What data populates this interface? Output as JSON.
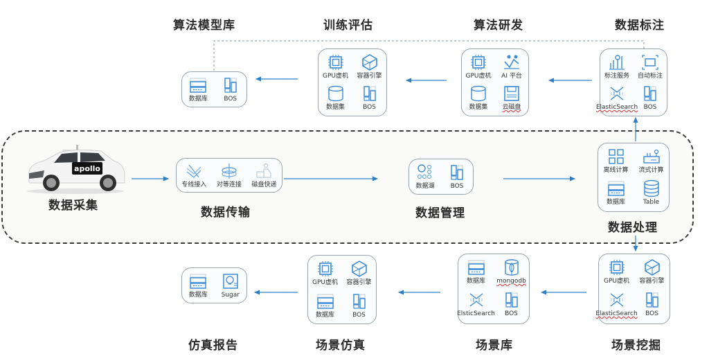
{
  "colors": {
    "accent": "#2f7fc7",
    "icon_blue": "#3b8bd6",
    "border": "#9aa3ad",
    "title": "#2a2a2a",
    "dashed": "#3a3a3a"
  },
  "top_row": {
    "model_repo": {
      "title": "算法模型库",
      "items": [
        {
          "icon": "database-icon",
          "label": "数据库"
        },
        {
          "icon": "bos-storage-icon",
          "label": "BOS"
        }
      ]
    },
    "training_eval": {
      "title": "训练评估",
      "items": [
        {
          "icon": "gpu-chip-icon",
          "label": "GPU虚机"
        },
        {
          "icon": "container-engine-icon",
          "label": "容器引擎"
        },
        {
          "icon": "dataset-cylinder-icon",
          "label": "数据集"
        },
        {
          "icon": "bos-storage-icon",
          "label": "BOS"
        }
      ]
    },
    "algo_dev": {
      "title": "算法研发",
      "items": [
        {
          "icon": "gpu-chip-icon",
          "label": "GPU虚机"
        },
        {
          "icon": "ai-platform-icon",
          "label": "AI 平台"
        },
        {
          "icon": "dataset-cylinder-icon",
          "label": "数据集"
        },
        {
          "icon": "cloud-disk-icon",
          "label": "云磁盘"
        }
      ]
    },
    "data_label": {
      "title": "数据标注",
      "items": [
        {
          "icon": "label-service-icon",
          "label": "标注服务"
        },
        {
          "icon": "auto-label-icon",
          "label": "自动标注"
        },
        {
          "icon": "elasticsearch-icon",
          "label": "ElasticSearch"
        },
        {
          "icon": "bos-storage-icon",
          "label": "BOS"
        }
      ]
    }
  },
  "middle_row": {
    "collection": {
      "title": "数据采集",
      "car_logo": "apollo"
    },
    "transfer": {
      "title": "数据传输",
      "items": [
        {
          "icon": "dedicated-line-icon",
          "label": "专线接入"
        },
        {
          "icon": "peer-connect-icon",
          "label": "对等连接"
        },
        {
          "icon": "disk-express-icon",
          "label": "磁盘快递"
        }
      ]
    },
    "management": {
      "title": "数据管理",
      "items": [
        {
          "icon": "data-lake-icon",
          "label": "数据湖"
        },
        {
          "icon": "bos-storage-icon",
          "label": "BOS"
        }
      ]
    },
    "processing": {
      "title": "数据处理",
      "items": [
        {
          "icon": "offline-compute-icon",
          "label": "离线计算"
        },
        {
          "icon": "stream-compute-icon",
          "label": "流式计算"
        },
        {
          "icon": "database-icon",
          "label": "数据库"
        },
        {
          "icon": "table-icon",
          "label": "Table"
        }
      ]
    }
  },
  "bottom_row": {
    "sim_report": {
      "title": "仿真报告",
      "items": [
        {
          "icon": "database-icon",
          "label": "数据库"
        },
        {
          "icon": "sugar-bulb-icon",
          "label": "Sugar"
        }
      ]
    },
    "scene_sim": {
      "title": "场景仿真",
      "items": [
        {
          "icon": "gpu-chip-icon",
          "label": "GPU虚机"
        },
        {
          "icon": "container-engine-icon",
          "label": "容器引擎"
        },
        {
          "icon": "database-icon",
          "label": "数据库"
        },
        {
          "icon": "bos-storage-icon",
          "label": "BOS"
        }
      ]
    },
    "scene_lib": {
      "title": "场景库",
      "items": [
        {
          "icon": "database-icon",
          "label": "数据库"
        },
        {
          "icon": "mongodb-icon",
          "label": "mongodb"
        },
        {
          "icon": "elasticsearch-icon",
          "label": "ElsticSearch"
        },
        {
          "icon": "bos-storage-icon",
          "label": "BOS"
        }
      ]
    },
    "scene_mining": {
      "title": "场景挖掘",
      "items": [
        {
          "icon": "gpu-chip-icon",
          "label": "GPU虚机"
        },
        {
          "icon": "container-engine-icon",
          "label": "容器引擎"
        },
        {
          "icon": "elasticsearch-icon",
          "label": "ElasticSearch"
        },
        {
          "icon": "bos-storage-icon",
          "label": "BOS"
        }
      ]
    }
  }
}
